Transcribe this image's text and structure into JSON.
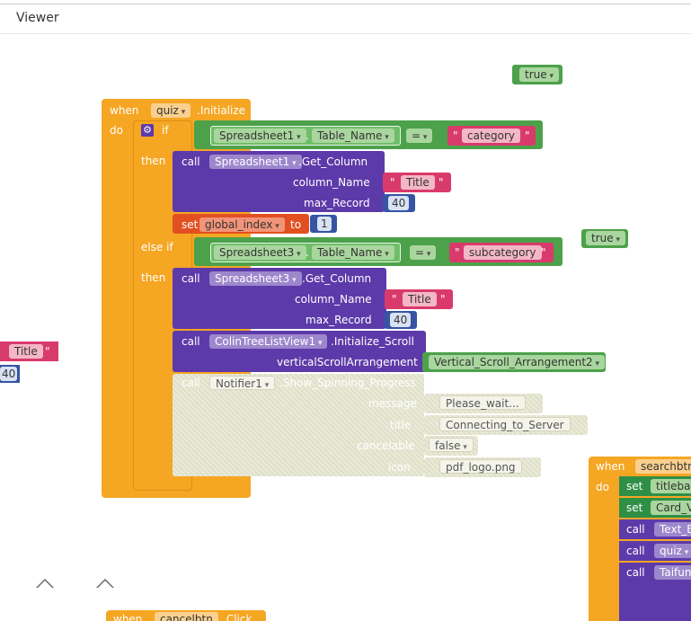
{
  "header": {
    "title": "Viewer"
  },
  "floating_true_1": {
    "value": "true"
  },
  "floating_true_2": {
    "value": "true"
  },
  "left_fragment": {
    "text": "Title",
    "quote": "\"",
    "number": "40"
  },
  "main": {
    "when": "when",
    "component": "quiz",
    "event": ".Initialize",
    "do": "do",
    "if": "if",
    "then": "then",
    "else_if": "else if",
    "cond1": {
      "component": "Spreadsheet1",
      "dot": ".",
      "prop": "Table_Name",
      "op": "=",
      "quote": "\"",
      "value": "category"
    },
    "call1": {
      "call": "call",
      "component": "Spreadsheet1",
      "method": ".Get_Column",
      "arg1_label": "column_Name",
      "arg1_value": "Title",
      "arg2_label": "max_Record",
      "arg2_value": "40"
    },
    "set1": {
      "set": "set",
      "var": "global_index",
      "to": "to",
      "value": "1"
    },
    "cond2": {
      "component": "Spreadsheet3",
      "dot": ".",
      "prop": "Table_Name",
      "op": "=",
      "quote": "\"",
      "value": "subcategory"
    },
    "call2": {
      "call": "call",
      "component": "Spreadsheet3",
      "method": ".Get_Column",
      "arg1_label": "column_Name",
      "arg1_value": "Title",
      "arg2_label": "max_Record",
      "arg2_value": "40"
    },
    "call3": {
      "call": "call",
      "component": "ColinTreeListView1",
      "method": ".Initialize_Scroll",
      "arg_label": "verticalScrollArrangement",
      "arg_value": "Vertical_Scroll_Arrangement2"
    },
    "call4": {
      "call": "call",
      "component": "Notifier1",
      "method": ".Show_Spinning_Progress",
      "message_label": "message",
      "message_value": "Please_wait...",
      "title_label": "title",
      "title_value": "Connecting_to_Server",
      "cancelable_label": "cancelable",
      "cancelable_value": "false",
      "icon_label": "icon",
      "icon_value": "pdf_logo.png"
    }
  },
  "right_block": {
    "when": "when",
    "component": "searchbtn",
    "do": "do",
    "set1": "set",
    "set1_target": "titlebar",
    "set2": "set",
    "set2_target": "Card_V",
    "call1": "call",
    "call1_target": "Text_E",
    "call2": "call",
    "call2_target": "quiz",
    "call3": "call",
    "call3_target": "Taifun"
  },
  "bottom_block": {
    "when": "when",
    "component": "cancelbtn",
    "event": ".Click"
  }
}
